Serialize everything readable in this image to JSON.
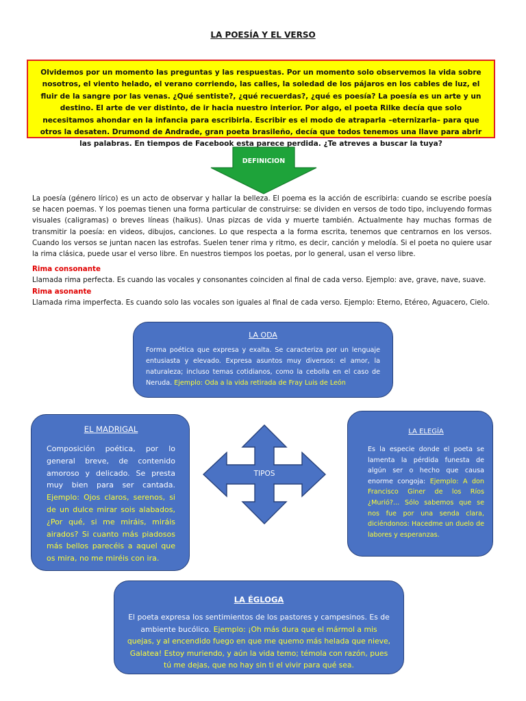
{
  "title": "LA POESÍA Y EL VERSO",
  "intro": "Olvidemos por un momento las preguntas y las respuestas. Por un momento solo observemos la vida sobre nosotros, el viento helado, el verano corriendo, las calles, la soledad de los pájaros en los cables de luz, el fluir de la sangre por las venas. ¿Qué sentiste?, ¿qué recuerdas?, ¿qué es poesía? La poesía es un arte y un destino. El arte de ver distinto, de ir hacia nuestro interior. Por algo, el poeta Rilke decía que solo necesitamos ahondar en la infancia para escribirla. Escribir es el modo de atraparla –eternizarla– para que otros la desaten. Drumond de Andrade, gran poeta brasileño, decía que todos tenemos una llave para abrir las palabras. En tiempos de Facebook esta parece perdida. ¿Te atreves a buscar la tuya?",
  "definition_label": "DEFINICION",
  "definition_text": "La poesía (género lírico) es un acto de observar y hallar la belleza. El poema es la acción de escribirla: cuando se escribe poesía se hacen poemas. Y los poemas tienen una forma particular de construirse: se dividen en versos de todo tipo, incluyendo formas visuales (caligramas) o breves líneas (haikus). Unas pizcas de vida y muerte también. Actualmente hay muchas formas de transmitir la poesía: en videos, dibujos, canciones. Lo que respecta a la forma escrita, tenemos que centrarnos en los versos. Cuando los versos se juntan nacen las estrofas. Suelen tener rima y ritmo, es decir, canción y melodía. Si el poeta no quiere usar la rima clásica, puede usar el verso libre. En nuestros tiempos los poetas, por lo general, usan el verso libre.",
  "rima_consonante": {
    "heading": "Rima consonante",
    "text": "Llamada rima perfecta. Es cuando las vocales y consonantes coinciden al final de cada verso. Ejemplo: ave, grave, nave, suave."
  },
  "rima_asonante": {
    "heading": "Rima asonante",
    "text": "Llamada rima imperfecta. Es cuando solo las vocales son iguales al final de cada verso. Ejemplo: Eterno, Etéreo, Aguacero, Cielo."
  },
  "tipos_label": "TIPOS",
  "oda": {
    "title": "LA ODA",
    "text": "Forma poética que expresa y exalta. Se caracteriza por un lenguaje entusiasta y elevado. Expresa asuntos muy diversos: el amor, la naturaleza; incluso temas cotidianos, como la cebolla en el caso de Neruda. ",
    "example": "Ejemplo: Oda a la vida retirada de Fray Luis de León"
  },
  "madrigal": {
    "title": "EL MADRIGAL",
    "text": "Composición poética, por lo general breve, de contenido amoroso y delicado. Se presta muy bien para ser cantada. ",
    "example": "Ejemplo: Ojos claros, serenos, si de un dulce mirar sois alabados, ¿Por qué, si me miráis, miráis airados? Si cuanto más piadosos más bellos parecéis a aquel que os mira, no me miréis con ira."
  },
  "elegia": {
    "title": "LA ELEGÍA",
    "text": "Es la especie donde el poeta se lamenta la pérdida funesta de algún ser o hecho que causa enorme congoja: ",
    "example": "Ejemplo: A don Francisco Giner de los Ríos ¿Murió?... Sólo sabemos que se nos fue por una senda clara, diciéndonos: Hacedme un duelo de labores y esperanzas."
  },
  "egloga": {
    "title": "LA ÉGLOGA",
    "text": "El poeta expresa los sentimientos de los pastores y campesinos. Es de ambiente bucólico. ",
    "example": "Ejemplo: ¡Oh más dura que el mármol a mis quejas, y al encendido fuego en que me quemo más helada que nieve, Galatea! Estoy muriendo, y aún la vida temo; témola con razón, pues tú me dejas, que no hay sin ti el vivir para qué sea."
  },
  "colors": {
    "intro_bg": "#ffff00",
    "intro_border": "#e02020",
    "arrow_green": "#1ea33a",
    "box_blue": "#4a72c4",
    "example_yellow": "#ffff33",
    "rima_red": "#e00000"
  }
}
